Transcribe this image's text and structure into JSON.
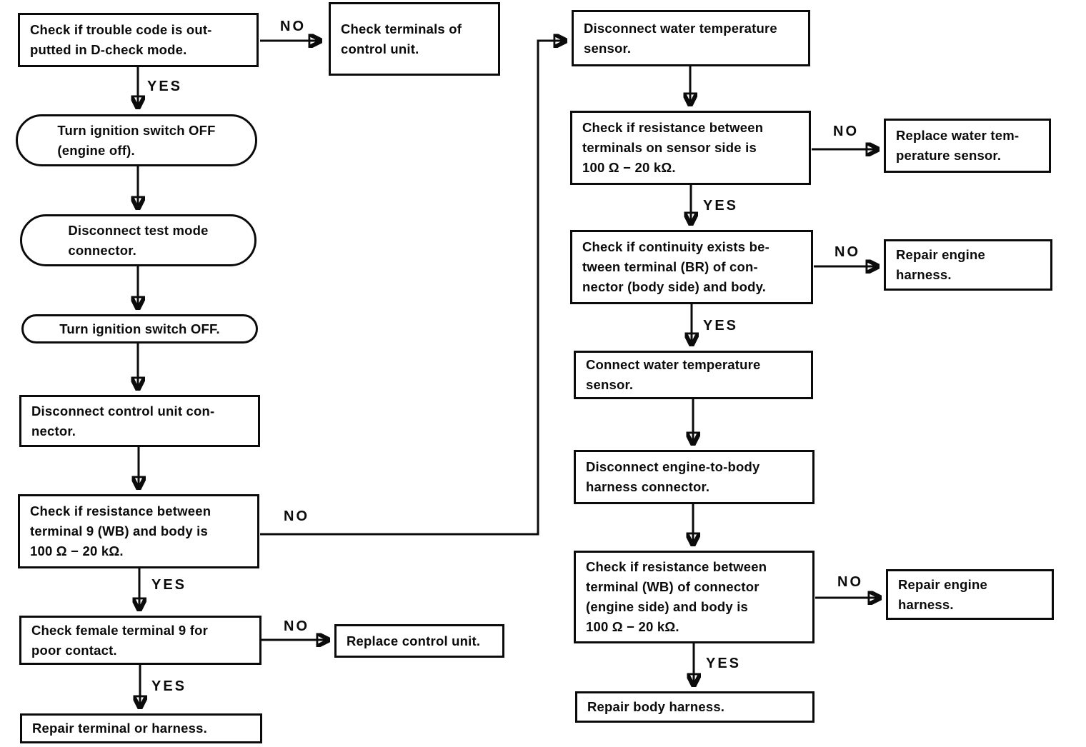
{
  "diagram": {
    "labels": {
      "yes": "YES",
      "no": "NO"
    },
    "nodes": {
      "check_trouble_code": "Check if trouble code is out-\nputted in D-check mode.",
      "check_terminals_control_unit": "Check terminals of\ncontrol unit.",
      "turn_ignition_off_engine_off": "Turn ignition switch OFF\n(engine off).",
      "disconnect_test_mode_connector": "Disconnect test mode\nconnector.",
      "turn_ignition_off": "Turn ignition switch OFF.",
      "disconnect_control_unit_connector": "Disconnect control unit con-\nnector.",
      "check_resistance_terminal_9": "Check if resistance between\nterminal 9 (WB) and body is\n100 Ω − 20 kΩ.",
      "check_female_terminal_9": "Check female terminal 9 for\npoor contact.",
      "replace_control_unit": "Replace control unit.",
      "repair_terminal_or_harness": "Repair terminal or harness.",
      "disconnect_water_temp_sensor": "Disconnect water temperature\nsensor.",
      "check_resistance_sensor_side": "Check if resistance between\nterminals on sensor side is\n100 Ω − 20 kΩ.",
      "replace_water_temp_sensor": "Replace water tem-\nperature sensor.",
      "check_continuity_br": "Check if continuity exists be-\ntween terminal (BR) of con-\nnector (body side) and body.",
      "repair_engine_harness_1": "Repair engine\nharness.",
      "connect_water_temp_sensor": "Connect water temperature\nsensor.",
      "disconnect_engine_to_body": "Disconnect engine-to-body\nharness connector.",
      "check_resistance_wb_engine_side": "Check if resistance between\nterminal (WB) of connector\n(engine side) and body is\n100 Ω − 20 kΩ.",
      "repair_engine_harness_2": "Repair engine\nharness.",
      "repair_body_harness": "Repair body harness."
    }
  }
}
